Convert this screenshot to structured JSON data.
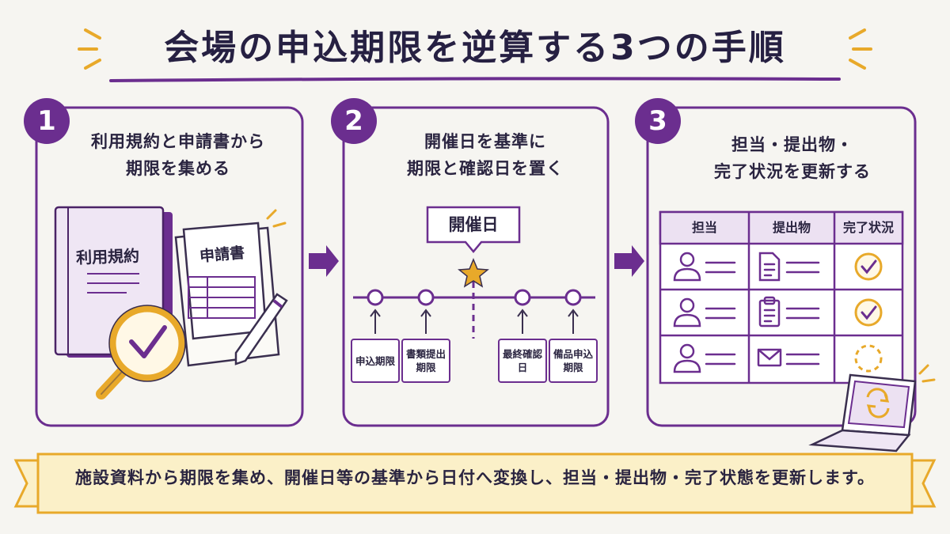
{
  "title": "会場の申込期限を逆算する3つの手順",
  "steps": [
    {
      "num": "1",
      "title_line1": "利用規約と申請書から",
      "title_line2": "期限を集める",
      "book_label": "利用規約",
      "form_label": "申請書"
    },
    {
      "num": "2",
      "title_line1": "開催日を基準に",
      "title_line2": "期限と確認日を置く",
      "event_label": "開催日",
      "milestones": [
        {
          "label": "申込期限"
        },
        {
          "label": "書類提出\n期限"
        },
        {
          "label": "最終確認日"
        },
        {
          "label": "備品申込\n期限"
        }
      ]
    },
    {
      "num": "3",
      "title_line1": "担当・提出物・",
      "title_line2": "完了状況を更新する",
      "table": {
        "headers": [
          "担当",
          "提出物",
          "完了状況"
        ],
        "rows": [
          {
            "owner_icon": "person-icon",
            "item_icon": "document-icon",
            "status": "complete"
          },
          {
            "owner_icon": "person-icon",
            "item_icon": "clipboard-icon",
            "status": "complete"
          },
          {
            "owner_icon": "person-icon",
            "item_icon": "envelope-icon",
            "status": "pending"
          }
        ]
      }
    }
  ],
  "footer": "施設資料から期限を集め、開催日等の基準から日付へ変換し、担当・提出物・完了状態を更新します。",
  "colors": {
    "purple": "#6b2e8f",
    "gold": "#e8a92a",
    "ribbon": "#fbf0c8",
    "header_fill": "#ece1f2"
  }
}
